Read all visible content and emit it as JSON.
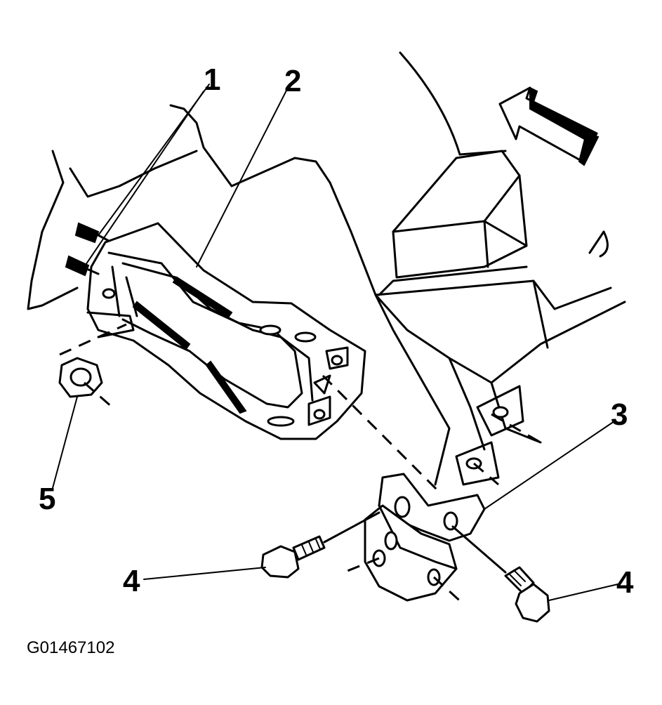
{
  "figure_id": "G01467102",
  "callouts": {
    "c1": "1",
    "c2": "2",
    "c3": "3",
    "c4_left": "4",
    "c4_right": "4",
    "c5": "5"
  },
  "colors": {
    "ink": "#000000",
    "paper": "#ffffff"
  }
}
